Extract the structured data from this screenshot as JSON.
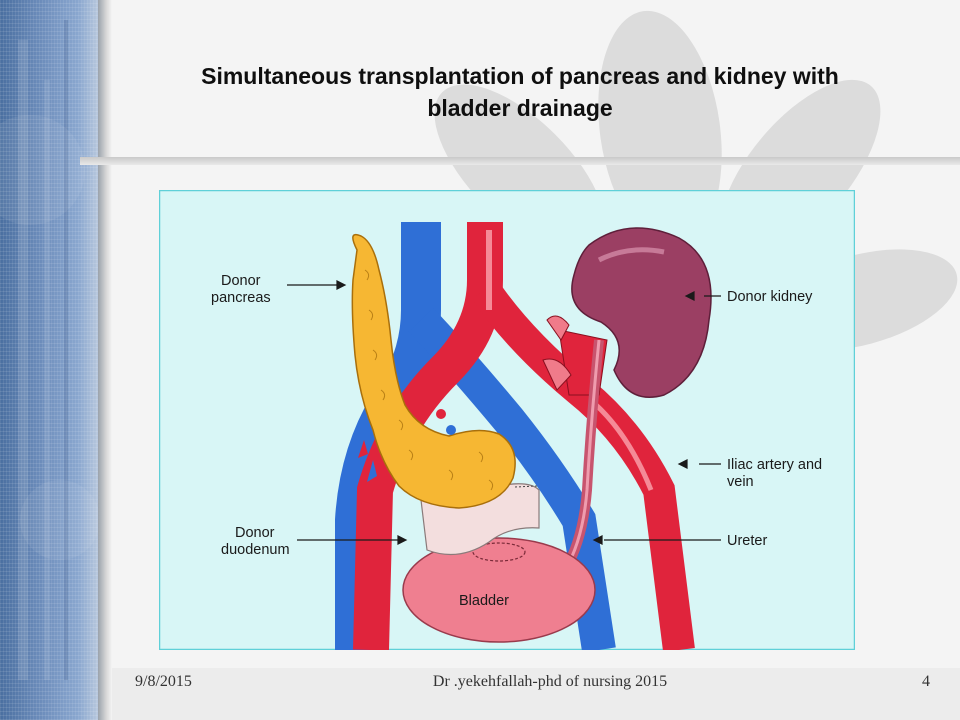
{
  "slide": {
    "title_line1": "Simultaneous transplantation of pancreas and kidney with",
    "title_line2": "bladder drainage"
  },
  "figure": {
    "labels": {
      "donor_pancreas_1": "Donor",
      "donor_pancreas_2": "pancreas",
      "donor_kidney": "Donor kidney",
      "iliac_1": "Iliac artery and",
      "iliac_2": "vein",
      "donor_duodenum_1": "Donor",
      "donor_duodenum_2": "duodenum",
      "ureter": "Ureter",
      "bladder": "Bladder"
    },
    "colors": {
      "panel_background": "#d8f6f6",
      "artery": "#e0243c",
      "vein": "#2f6fd6",
      "pancreas": "#f6b733",
      "kidney": "#9b3f63",
      "bladder": "#ef7f90",
      "duodenum": "#f3dede"
    }
  },
  "footer": {
    "date": "9/8/2015",
    "author": "Dr .yekehfallah-phd  of nursing 2015",
    "page": "4"
  }
}
